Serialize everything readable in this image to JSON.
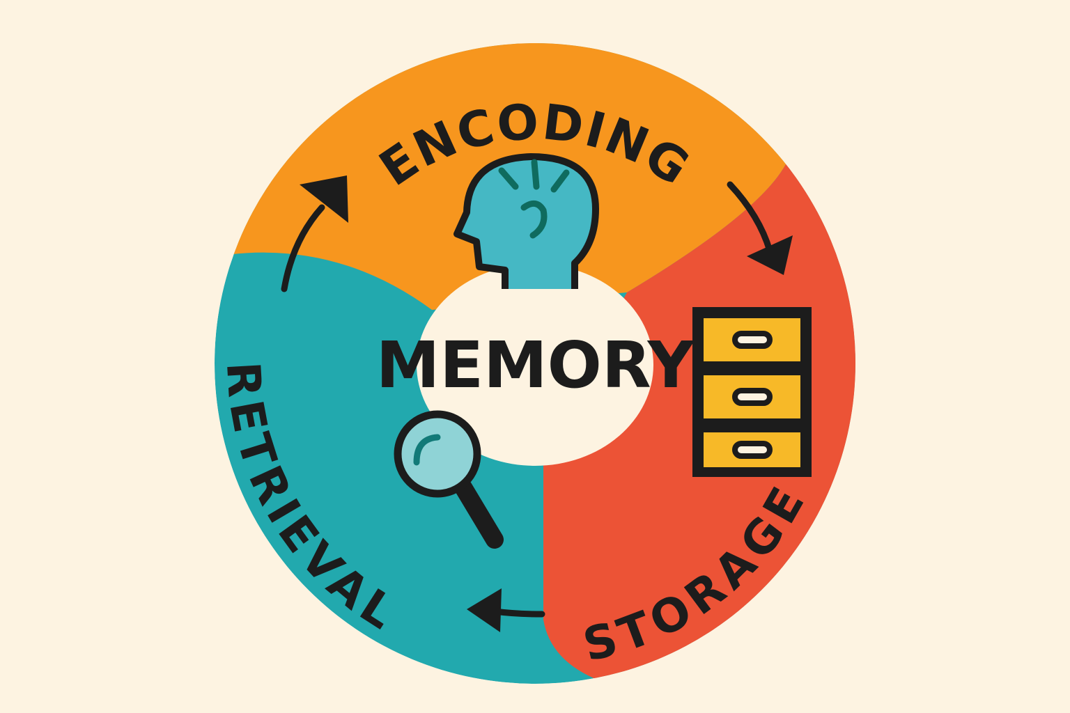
{
  "title": "MEMORY",
  "stages": [
    {
      "label": "ENCODING",
      "color": "#f7961e",
      "icon": "head-icon"
    },
    {
      "label": "STORAGE",
      "color": "#ec5336",
      "icon": "filing-cabinet-icon"
    },
    {
      "label": "RETRIEVAL",
      "color": "#22a9ae",
      "icon": "magnifying-glass-icon"
    }
  ],
  "colors": {
    "background": "#fdf3e1",
    "center": "#fdf3e1",
    "ink": "#1c1c1c",
    "drawer": "#f7b928",
    "head": "#45b8c4"
  }
}
